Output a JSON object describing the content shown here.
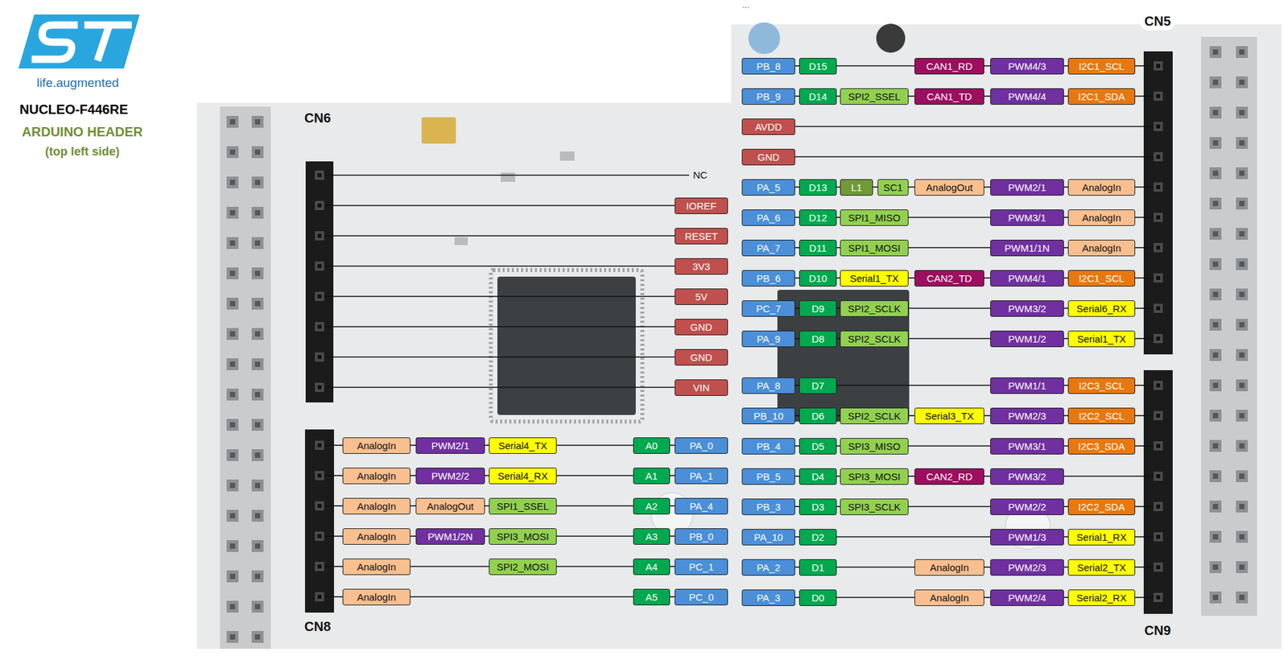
{
  "diagram": {
    "title": "NUCLEO-F446RE",
    "nodes": [
      {
        "text": [
          "IOREF"
        ]
      },
      {
        "text": [
          "RESET"
        ]
      },
      {
        "text": [
          "3V3"
        ]
      },
      {
        "text": [
          "5V"
        ]
      },
      {
        "text": [
          "GND"
        ]
      },
      {
        "text": [
          "GND"
        ]
      },
      {
        "text": [
          "VIN"
        ]
      },
      {
        "text": [
          "AnalogIn"
        ]
      },
      {
        "text": [
          "PWM2/1"
        ]
      },
      {
        "text": [
          "Serial4_TX"
        ]
      },
      {
        "text": [
          "A0"
        ]
      },
      {
        "text": [
          "PA_0"
        ]
      },
      {
        "text": [
          "AnalogIn"
        ]
      },
      {
        "text": [
          "PWM2/2"
        ]
      },
      {
        "text": [
          "Serial4_RX"
        ]
      },
      {
        "text": [
          "A1"
        ]
      },
      {
        "text": [
          "PA_1"
        ]
      },
      {
        "text": [
          "AnalogIn"
        ]
      },
      {
        "text": [
          "AnalogOut"
        ]
      },
      {
        "text": [
          "SPI1_SSEL"
        ]
      },
      {
        "text": [
          "A2"
        ]
      },
      {
        "text": [
          "PA_4"
        ]
      },
      {
        "text": [
          "AnalogIn"
        ]
      },
      {
        "text": [
          "PWM1/2N"
        ]
      },
      {
        "text": [
          "SPI3_MOSI"
        ]
      },
      {
        "text": [
          "A3"
        ]
      },
      {
        "text": [
          "PB_0"
        ]
      },
      {
        "text": [
          "AnalogIn"
        ]
      },
      {
        "text": [
          "SPI2_MOSI"
        ]
      },
      {
        "text": [
          "A4"
        ]
      },
      {
        "text": [
          "PC_1"
        ]
      },
      {
        "text": [
          "AnalogIn"
        ]
      },
      {
        "text": [
          "A5"
        ]
      },
      {
        "text": [
          "PC_0"
        ]
      },
      {
        "text": [
          "PB_8"
        ]
      },
      {
        "text": [
          "D15"
        ]
      },
      {
        "text": [
          "CAN1_RD"
        ]
      },
      {
        "text": [
          "PWM4/3"
        ]
      },
      {
        "text": [
          "I2C1_SCL"
        ]
      },
      {
        "text": [
          "PB_9"
        ]
      },
      {
        "text": [
          "D14"
        ]
      },
      {
        "text": [
          "SPI2_SSEL"
        ]
      },
      {
        "text": [
          "CAN1_TD"
        ]
      },
      {
        "text": [
          "PWM4/4"
        ]
      },
      {
        "text": [
          "I2C1_SDA"
        ]
      },
      {
        "text": [
          "AVDD"
        ]
      },
      {
        "text": [
          "GND"
        ]
      },
      {
        "text": [
          "PA_5"
        ]
      },
      {
        "text": [
          "D13"
        ]
      },
      {
        "text": [
          "L1"
        ]
      },
      {
        "text": [
          "SC1"
        ]
      },
      {
        "text": [
          "AnalogOut"
        ]
      },
      {
        "text": [
          "PWM2/1"
        ]
      },
      {
        "text": [
          "AnalogIn"
        ]
      },
      {
        "text": [
          "PA_6"
        ]
      },
      {
        "text": [
          "D12"
        ]
      },
      {
        "text": [
          "SPI1_MISO"
        ]
      },
      {
        "text": [
          "PWM3/1"
        ]
      },
      {
        "text": [
          "AnalogIn"
        ]
      },
      {
        "text": [
          "PA_7"
        ]
      },
      {
        "text": [
          "D11"
        ]
      },
      {
        "text": [
          "SPI1_MOSI"
        ]
      },
      {
        "text": [
          "PWM1/1N"
        ]
      },
      {
        "text": [
          "AnalogIn"
        ]
      },
      {
        "text": [
          "PB_6"
        ]
      },
      {
        "text": [
          "D10"
        ]
      },
      {
        "text": [
          "Serial1_TX"
        ]
      },
      {
        "text": [
          "CAN2_TD"
        ]
      },
      {
        "text": [
          "PWM4/1"
        ]
      },
      {
        "text": [
          "I2C1_SCL"
        ]
      },
      {
        "text": [
          "PC_7"
        ]
      },
      {
        "text": [
          "D9"
        ]
      },
      {
        "text": [
          "SPI2_SCLK"
        ]
      },
      {
        "text": [
          "PWM3/2"
        ]
      },
      {
        "text": [
          "Serial6_RX"
        ]
      },
      {
        "text": [
          "PA_9"
        ]
      },
      {
        "text": [
          "D8"
        ]
      },
      {
        "text": [
          "SPI2_SCLK"
        ]
      },
      {
        "text": [
          "PWM1/2"
        ]
      },
      {
        "text": [
          "Serial1_TX"
        ]
      },
      {
        "text": [
          "PA_8"
        ]
      },
      {
        "text": [
          "D7"
        ]
      },
      {
        "text": [
          "PWM1/1"
        ]
      },
      {
        "text": [
          "I2C3_SCL"
        ]
      },
      {
        "text": [
          "PB_10"
        ]
      },
      {
        "text": [
          "D6"
        ]
      },
      {
        "text": [
          "SPI2_SCLK"
        ]
      },
      {
        "text": [
          "Serial3_TX"
        ]
      },
      {
        "text": [
          "PWM2/3"
        ]
      },
      {
        "text": [
          "I2C2_SCL"
        ]
      },
      {
        "text": [
          "PB_4"
        ]
      },
      {
        "text": [
          "D5"
        ]
      },
      {
        "text": [
          "SPI3_MISO"
        ]
      },
      {
        "text": [
          "PWM3/1"
        ]
      },
      {
        "text": [
          "I2C3_SDA"
        ]
      },
      {
        "text": [
          "PB_5"
        ]
      },
      {
        "text": [
          "D4"
        ]
      },
      {
        "text": [
          "SPI3_MOSI"
        ]
      },
      {
        "text": [
          "CAN2_RD"
        ]
      },
      {
        "text": [
          "PWM3/2"
        ]
      },
      {
        "text": [
          "PB_3"
        ]
      },
      {
        "text": [
          "D3"
        ]
      },
      {
        "text": [
          "SPI3_SCLK"
        ]
      },
      {
        "text": [
          "PWM2/2"
        ]
      },
      {
        "text": [
          "I2C2_SDA"
        ]
      },
      {
        "text": [
          "PA_10"
        ]
      },
      {
        "text": [
          "D2"
        ]
      },
      {
        "text": [
          "PWM1/3"
        ]
      },
      {
        "text": [
          "Serial1_RX"
        ]
      },
      {
        "text": [
          "PA_2"
        ]
      },
      {
        "text": [
          "D1"
        ]
      },
      {
        "text": [
          "AnalogIn"
        ]
      },
      {
        "text": [
          "PWM2/3"
        ]
      },
      {
        "text": [
          "Serial2_TX"
        ]
      },
      {
        "text": [
          "PA_3"
        ]
      },
      {
        "text": [
          "D0"
        ]
      },
      {
        "text": [
          "AnalogIn"
        ]
      },
      {
        "text": [
          "PWM2/4"
        ]
      },
      {
        "text": [
          "Serial2_RX"
        ]
      }
    ],
    "edges": [
      {
        "from": 7,
        "to": 8,
        "arrow": "none"
      },
      {
        "from": 8,
        "to": 9,
        "arrow": "none"
      },
      {
        "from": 9,
        "to": 10,
        "arrow": "none"
      },
      {
        "from": 10,
        "to": 11,
        "arrow": "none"
      },
      {
        "from": 12,
        "to": 13,
        "arrow": "none"
      },
      {
        "from": 13,
        "to": 14,
        "arrow": "none"
      },
      {
        "from": 14,
        "to": 15,
        "arrow": "none"
      },
      {
        "from": 15,
        "to": 16,
        "arrow": "none"
      },
      {
        "from": 17,
        "to": 18,
        "arrow": "none"
      },
      {
        "from": 18,
        "to": 19,
        "arrow": "none"
      },
      {
        "from": 19,
        "to": 20,
        "arrow": "none"
      },
      {
        "from": 20,
        "to": 21,
        "arrow": "none"
      },
      {
        "from": 22,
        "to": 23,
        "arrow": "none"
      },
      {
        "from": 23,
        "to": 24,
        "arrow": "none"
      },
      {
        "from": 24,
        "to": 25,
        "arrow": "none"
      },
      {
        "from": 25,
        "to": 26,
        "arrow": "none"
      },
      {
        "from": 27,
        "to": 28,
        "arrow": "none"
      },
      {
        "from": 28,
        "to": 29,
        "arrow": "none"
      },
      {
        "from": 29,
        "to": 30,
        "arrow": "none"
      },
      {
        "from": 31,
        "to": 32,
        "arrow": "none"
      },
      {
        "from": 32,
        "to": 33,
        "arrow": "none"
      },
      {
        "from": 34,
        "to": 35,
        "arrow": "none"
      },
      {
        "from": 35,
        "to": 36,
        "arrow": "none"
      },
      {
        "from": 36,
        "to": 37,
        "arrow": "none"
      },
      {
        "from": 37,
        "to": 38,
        "arrow": "none"
      },
      {
        "from": 39,
        "to": 40,
        "arrow": "none"
      },
      {
        "from": 40,
        "to": 41,
        "arrow": "none"
      },
      {
        "from": 41,
        "to": 42,
        "arrow": "none"
      },
      {
        "from": 42,
        "to": 43,
        "arrow": "none"
      },
      {
        "from": 43,
        "to": 44,
        "arrow": "none"
      },
      {
        "from": 47,
        "to": 48,
        "arrow": "none"
      },
      {
        "from": 48,
        "to": 49,
        "arrow": "none"
      },
      {
        "from": 49,
        "to": 50,
        "arrow": "none"
      },
      {
        "from": 50,
        "to": 51,
        "arrow": "none"
      },
      {
        "from": 51,
        "to": 52,
        "arrow": "none"
      },
      {
        "from": 52,
        "to": 53,
        "arrow": "none"
      },
      {
        "from": 54,
        "to": 55,
        "arrow": "none"
      },
      {
        "from": 55,
        "to": 56,
        "arrow": "none"
      },
      {
        "from": 56,
        "to": 57,
        "arrow": "none"
      },
      {
        "from": 57,
        "to": 58,
        "arrow": "none"
      },
      {
        "from": 59,
        "to": 60,
        "arrow": "none"
      },
      {
        "from": 60,
        "to": 61,
        "arrow": "none"
      },
      {
        "from": 61,
        "to": 62,
        "arrow": "none"
      },
      {
        "from": 62,
        "to": 63,
        "arrow": "none"
      },
      {
        "from": 64,
        "to": 65,
        "arrow": "none"
      },
      {
        "from": 65,
        "to": 66,
        "arrow": "none"
      },
      {
        "from": 66,
        "to": 67,
        "arrow": "none"
      },
      {
        "from": 67,
        "to": 68,
        "arrow": "none"
      },
      {
        "from": 68,
        "to": 69,
        "arrow": "none"
      },
      {
        "from": 70,
        "to": 71,
        "arrow": "none"
      },
      {
        "from": 71,
        "to": 72,
        "arrow": "none"
      },
      {
        "from": 72,
        "to": 73,
        "arrow": "none"
      },
      {
        "from": 73,
        "to": 74,
        "arrow": "none"
      },
      {
        "from": 75,
        "to": 76,
        "arrow": "none"
      },
      {
        "from": 76,
        "to": 77,
        "arrow": "none"
      },
      {
        "from": 77,
        "to": 78,
        "arrow": "none"
      },
      {
        "from": 78,
        "to": 79,
        "arrow": "none"
      },
      {
        "from": 80,
        "to": 81,
        "arrow": "none"
      },
      {
        "from": 81,
        "to": 82,
        "arrow": "none"
      },
      {
        "from": 82,
        "to": 83,
        "arrow": "none"
      },
      {
        "from": 84,
        "to": 85,
        "arrow": "none"
      },
      {
        "from": 85,
        "to": 86,
        "arrow": "none"
      },
      {
        "from": 86,
        "to": 87,
        "arrow": "none"
      },
      {
        "from": 87,
        "to": 88,
        "arrow": "none"
      },
      {
        "from": 88,
        "to": 89,
        "arrow": "none"
      },
      {
        "from": 90,
        "to": 91,
        "arrow": "none"
      },
      {
        "from": 91,
        "to": 92,
        "arrow": "none"
      },
      {
        "from": 92,
        "to": 93,
        "arrow": "none"
      },
      {
        "from": 93,
        "to": 94,
        "arrow": "none"
      },
      {
        "from": 95,
        "to": 96,
        "arrow": "none"
      },
      {
        "from": 96,
        "to": 97,
        "arrow": "none"
      },
      {
        "from": 97,
        "to": 98,
        "arrow": "none"
      },
      {
        "from": 98,
        "to": 99,
        "arrow": "none"
      },
      {
        "from": 100,
        "to": 101,
        "arrow": "none"
      },
      {
        "from": 101,
        "to": 102,
        "arrow": "none"
      },
      {
        "from": 102,
        "to": 103,
        "arrow": "none"
      },
      {
        "from": 103,
        "to": 104,
        "arrow": "none"
      },
      {
        "from": 105,
        "to": 106,
        "arrow": "none"
      },
      {
        "from": 106,
        "to": 107,
        "arrow": "none"
      },
      {
        "from": 107,
        "to": 108,
        "arrow": "none"
      },
      {
        "from": 109,
        "to": 110,
        "arrow": "none"
      },
      {
        "from": 110,
        "to": 111,
        "arrow": "none"
      },
      {
        "from": 111,
        "to": 112,
        "arrow": "none"
      },
      {
        "from": 112,
        "to": 113,
        "arrow": "none"
      },
      {
        "from": 114,
        "to": 115,
        "arrow": "none"
      },
      {
        "from": 115,
        "to": 116,
        "arrow": "none"
      },
      {
        "from": 116,
        "to": 117,
        "arrow": "none"
      },
      {
        "from": 117,
        "to": 118,
        "arrow": "none"
      }
    ],
    "labels": [
      "life.augmented",
      "ARDUINO HEADER",
      "(top left side)",
      "CN6",
      "CN8",
      "CN5",
      "CN9",
      "NC",
      "..."
    ]
  }
}
